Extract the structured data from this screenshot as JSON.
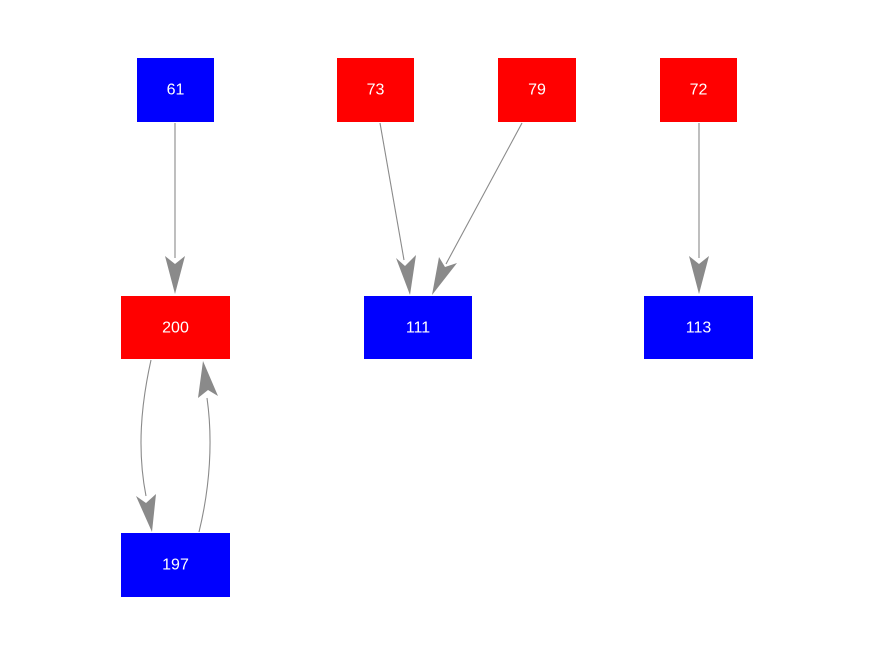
{
  "colors": {
    "red": "#ff0000",
    "blue": "#0000ff",
    "edge": "#8a8a8a",
    "label": "#ffffff",
    "background": "#ffffff"
  },
  "nodes": [
    {
      "id": "n61",
      "label": "61",
      "color": "blue"
    },
    {
      "id": "n73",
      "label": "73",
      "color": "red"
    },
    {
      "id": "n79",
      "label": "79",
      "color": "red"
    },
    {
      "id": "n72",
      "label": "72",
      "color": "red"
    },
    {
      "id": "n200",
      "label": "200",
      "color": "red"
    },
    {
      "id": "n111",
      "label": "111",
      "color": "blue"
    },
    {
      "id": "n113",
      "label": "113",
      "color": "blue"
    },
    {
      "id": "n197",
      "label": "197",
      "color": "blue"
    }
  ],
  "edges": [
    {
      "from": "61",
      "to": "200"
    },
    {
      "from": "73",
      "to": "111"
    },
    {
      "from": "79",
      "to": "111"
    },
    {
      "from": "72",
      "to": "113"
    },
    {
      "from": "200",
      "to": "197"
    },
    {
      "from": "197",
      "to": "200"
    }
  ]
}
